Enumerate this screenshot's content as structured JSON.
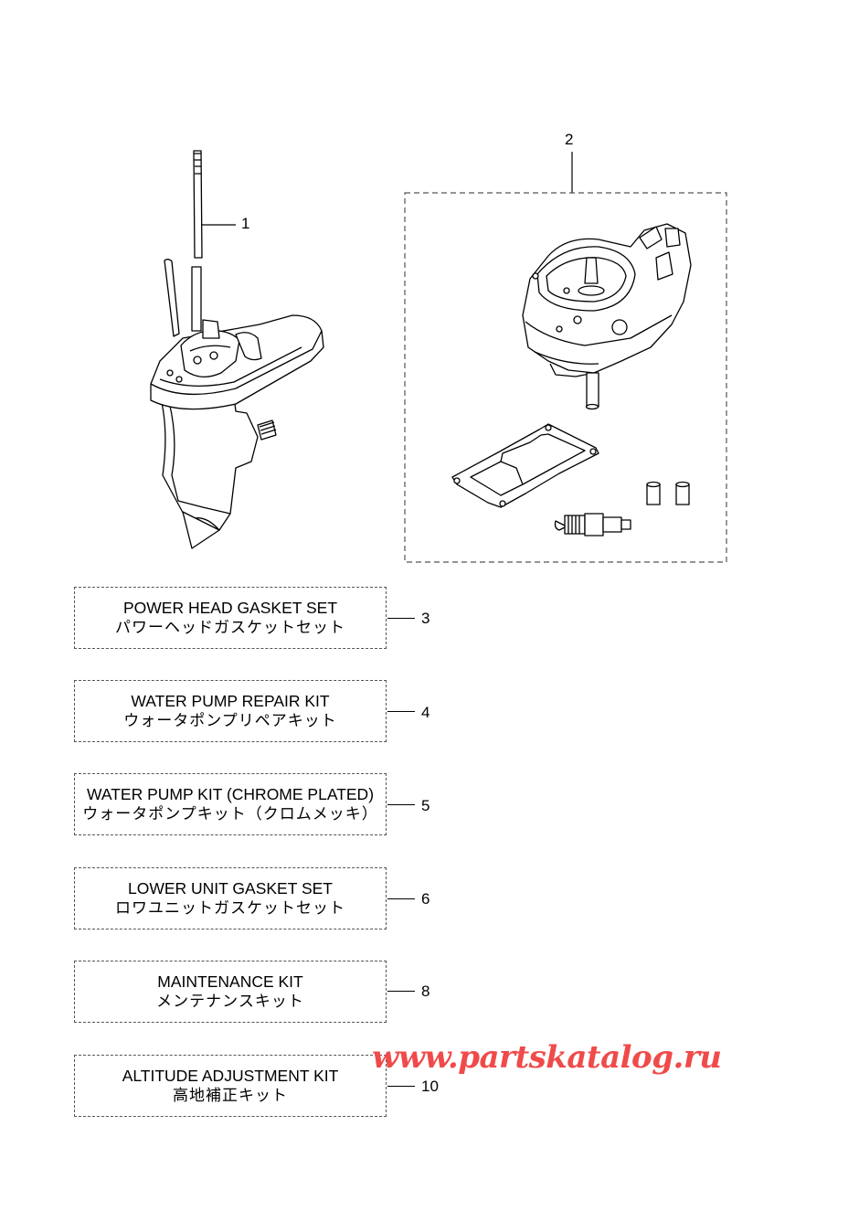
{
  "callouts": {
    "c1": "1",
    "c2": "2"
  },
  "kits": [
    {
      "no": "3",
      "en": "POWER HEAD GASKET SET",
      "jp": "パワーヘッドガスケットセット"
    },
    {
      "no": "4",
      "en": "WATER PUMP REPAIR KIT",
      "jp": "ウォータポンプリペアキット"
    },
    {
      "no": "5",
      "en": "WATER PUMP KIT (CHROME PLATED)",
      "jp": "ウォータポンプキット（クロムメッキ）"
    },
    {
      "no": "6",
      "en": "LOWER UNIT GASKET SET",
      "jp": "ロワユニットガスケットセット"
    },
    {
      "no": "8",
      "en": "MAINTENANCE KIT",
      "jp": "メンテナンスキット"
    },
    {
      "no": "10",
      "en": "ALTITUDE ADJUSTMENT KIT",
      "jp": "高地補正キット"
    }
  ],
  "watermark": "www.partskatalog.ru",
  "colors": {
    "watermark": "#f04a4a",
    "line": "#000000",
    "dashed_border": "#555555"
  }
}
